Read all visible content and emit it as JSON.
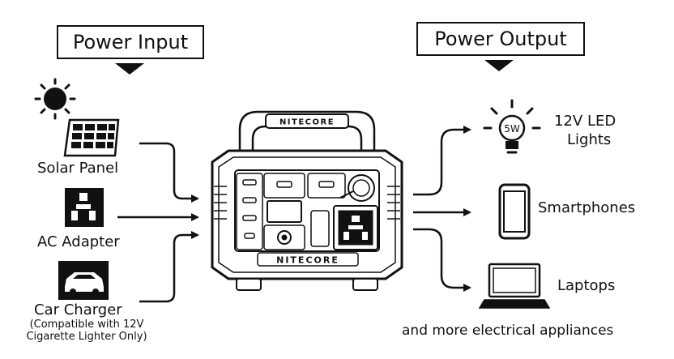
{
  "headers": {
    "input": "Power Input",
    "output": "Power Output"
  },
  "inputs": [
    {
      "label": "Solar Panel",
      "icon": "solar-panel-icon"
    },
    {
      "label": "AC Adapter",
      "icon": "ac-outlet-icon"
    },
    {
      "label": "Car Charger",
      "icon": "car-icon",
      "note_line1": "(Compatible with 12V",
      "note_line2": "Cigarette Lighter Only)"
    }
  ],
  "outputs": [
    {
      "label_line1": "12V LED",
      "label_line2": "Lights",
      "icon": "light-bulb-icon",
      "bulb_text": "5W"
    },
    {
      "label": "Smartphones",
      "icon": "smartphone-icon"
    },
    {
      "label": "Laptops",
      "icon": "laptop-icon"
    }
  ],
  "footer": "and more electrical appliances",
  "device": {
    "brand_top": "NITECORE",
    "brand_front": "NITECORE"
  },
  "colors": {
    "ink": "#111111",
    "background": "#ffffff"
  }
}
